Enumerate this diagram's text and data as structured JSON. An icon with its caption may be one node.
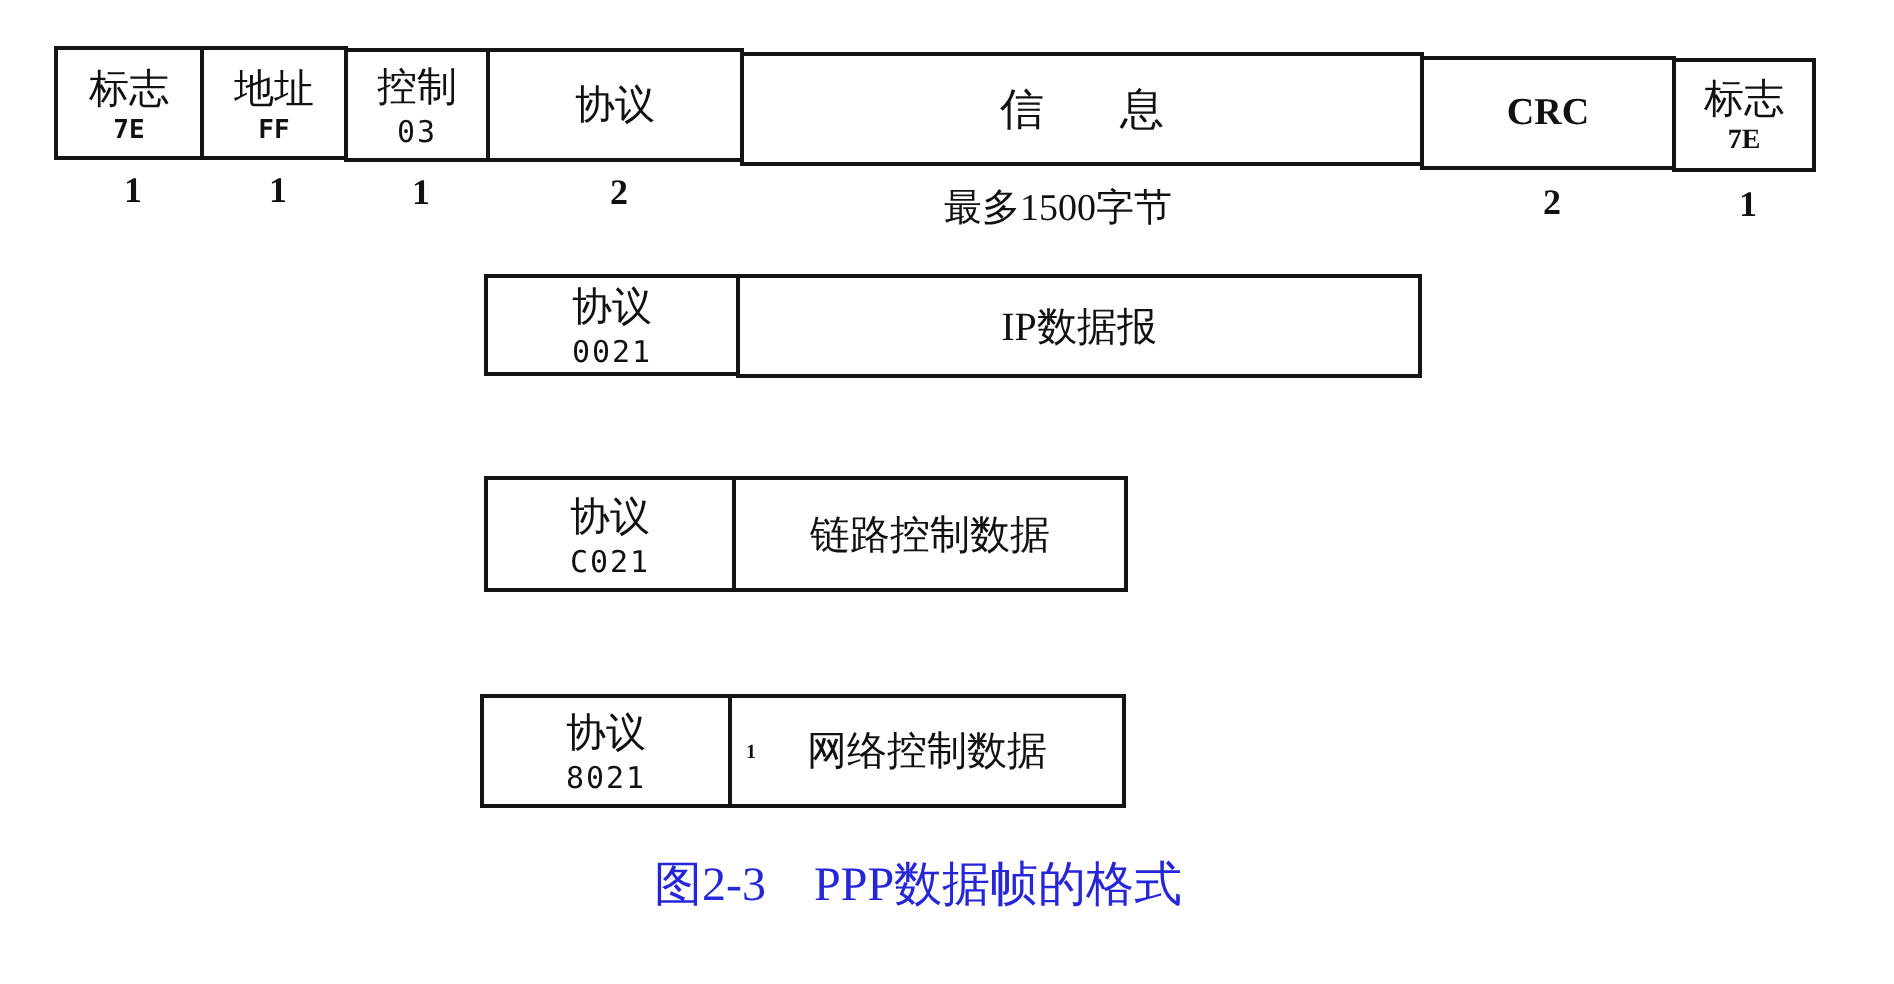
{
  "diagram": {
    "caption": "图2-3 PPP数据帧的格式",
    "nodes": [
      {
        "text": [
          "标志",
          "7E"
        ],
        "beside": [
          "1"
        ]
      },
      {
        "text": [
          "地址",
          "FF"
        ],
        "beside": [
          "1"
        ]
      },
      {
        "text": [
          "控制",
          "03"
        ],
        "beside": [
          "1"
        ]
      },
      {
        "text": [
          "协议"
        ],
        "beside": [
          "2"
        ]
      },
      {
        "text": [
          "信息"
        ],
        "beside": [
          "最多1500字节"
        ]
      },
      {
        "text": [
          "CRC"
        ],
        "beside": [
          "2"
        ]
      },
      {
        "text": [
          "标志",
          "7E"
        ],
        "beside": [
          "1"
        ]
      },
      {
        "text": [
          "协议",
          "0021"
        ]
      },
      {
        "text": [
          "IP数据报"
        ]
      },
      {
        "text": [
          "协议",
          "C021"
        ]
      },
      {
        "text": [
          "链路控制数据"
        ]
      },
      {
        "text": [
          "协议",
          "8021"
        ]
      },
      {
        "text": [
          "1",
          "网络控制数据"
        ]
      }
    ]
  }
}
